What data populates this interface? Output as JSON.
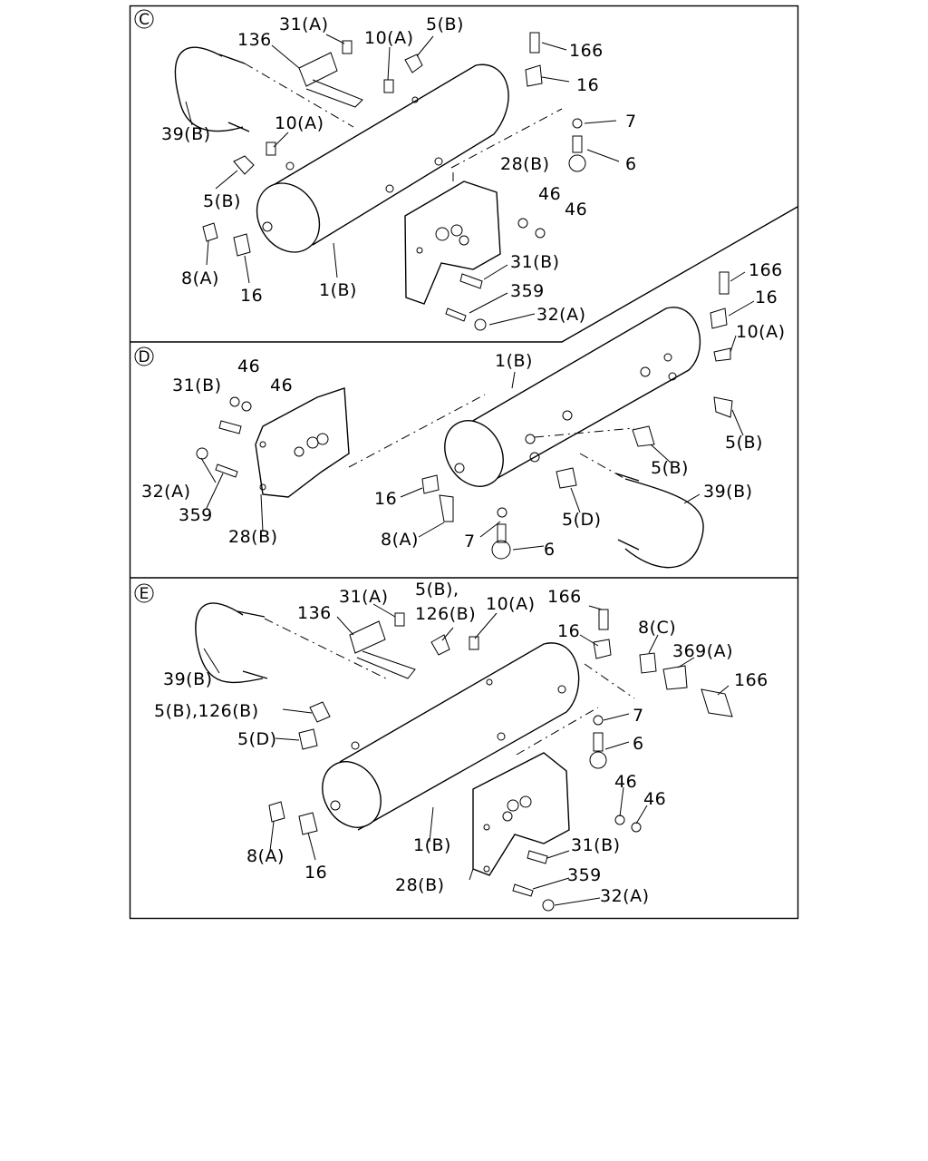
{
  "sections": [
    {
      "id": "C",
      "labels": [
        {
          "name": "part-136",
          "text": "136"
        },
        {
          "name": "part-31a",
          "text": "31(A)"
        },
        {
          "name": "part-10a-top",
          "text": "10(A)"
        },
        {
          "name": "part-5b-top",
          "text": "5(B)"
        },
        {
          "name": "part-166",
          "text": "166"
        },
        {
          "name": "part-16-right",
          "text": "16"
        },
        {
          "name": "part-39b",
          "text": "39(B)"
        },
        {
          "name": "part-10a-left",
          "text": "10(A)"
        },
        {
          "name": "part-7",
          "text": "7"
        },
        {
          "name": "part-6",
          "text": "6"
        },
        {
          "name": "part-28b",
          "text": "28(B)"
        },
        {
          "name": "part-5b-left",
          "text": "5(B)"
        },
        {
          "name": "part-46-a",
          "text": "46"
        },
        {
          "name": "part-46-b",
          "text": "46"
        },
        {
          "name": "part-8a",
          "text": "8(A)"
        },
        {
          "name": "part-16-left",
          "text": "16"
        },
        {
          "name": "part-1b",
          "text": "1(B)"
        },
        {
          "name": "part-31b",
          "text": "31(B)"
        },
        {
          "name": "part-359",
          "text": "359"
        },
        {
          "name": "part-32a",
          "text": "32(A)"
        }
      ]
    },
    {
      "id": "D",
      "labels": [
        {
          "name": "part-166",
          "text": "166"
        },
        {
          "name": "part-16-right",
          "text": "16"
        },
        {
          "name": "part-10a",
          "text": "10(A)"
        },
        {
          "name": "part-1b",
          "text": "1(B)"
        },
        {
          "name": "part-46-a",
          "text": "46"
        },
        {
          "name": "part-31b",
          "text": "31(B)"
        },
        {
          "name": "part-46-b",
          "text": "46"
        },
        {
          "name": "part-5b-right",
          "text": "5(B)"
        },
        {
          "name": "part-5b-mid",
          "text": "5(B)"
        },
        {
          "name": "part-32a",
          "text": "32(A)"
        },
        {
          "name": "part-39b",
          "text": "39(B)"
        },
        {
          "name": "part-16-left",
          "text": "16"
        },
        {
          "name": "part-359",
          "text": "359"
        },
        {
          "name": "part-5d",
          "text": "5(D)"
        },
        {
          "name": "part-8a",
          "text": "8(A)"
        },
        {
          "name": "part-28b",
          "text": "28(B)"
        },
        {
          "name": "part-7",
          "text": "7"
        },
        {
          "name": "part-6",
          "text": "6"
        }
      ]
    },
    {
      "id": "E",
      "labels": [
        {
          "name": "part-31a",
          "text": "31(A)"
        },
        {
          "name": "part-5b-126b-top-1",
          "text": "5(B),"
        },
        {
          "name": "part-136",
          "text": "136"
        },
        {
          "name": "part-10a",
          "text": "10(A)"
        },
        {
          "name": "part-166-top",
          "text": "166"
        },
        {
          "name": "part-5b-126b-top-2",
          "text": "126(B)"
        },
        {
          "name": "part-16",
          "text": "16"
        },
        {
          "name": "part-8c",
          "text": "8(C)"
        },
        {
          "name": "part-369a",
          "text": "369(A)"
        },
        {
          "name": "part-39b",
          "text": "39(B)"
        },
        {
          "name": "part-166-right",
          "text": "166"
        },
        {
          "name": "part-5b-126b-left",
          "text": "5(B),126(B)"
        },
        {
          "name": "part-7",
          "text": "7"
        },
        {
          "name": "part-5d",
          "text": "5(D)"
        },
        {
          "name": "part-6",
          "text": "6"
        },
        {
          "name": "part-46-a",
          "text": "46"
        },
        {
          "name": "part-46-b",
          "text": "46"
        },
        {
          "name": "part-1b",
          "text": "1(B)"
        },
        {
          "name": "part-31b",
          "text": "31(B)"
        },
        {
          "name": "part-8a",
          "text": "8(A)"
        },
        {
          "name": "part-16-left",
          "text": "16"
        },
        {
          "name": "part-359",
          "text": "359"
        },
        {
          "name": "part-28b",
          "text": "28(B)"
        },
        {
          "name": "part-32a",
          "text": "32(A)"
        }
      ]
    }
  ]
}
